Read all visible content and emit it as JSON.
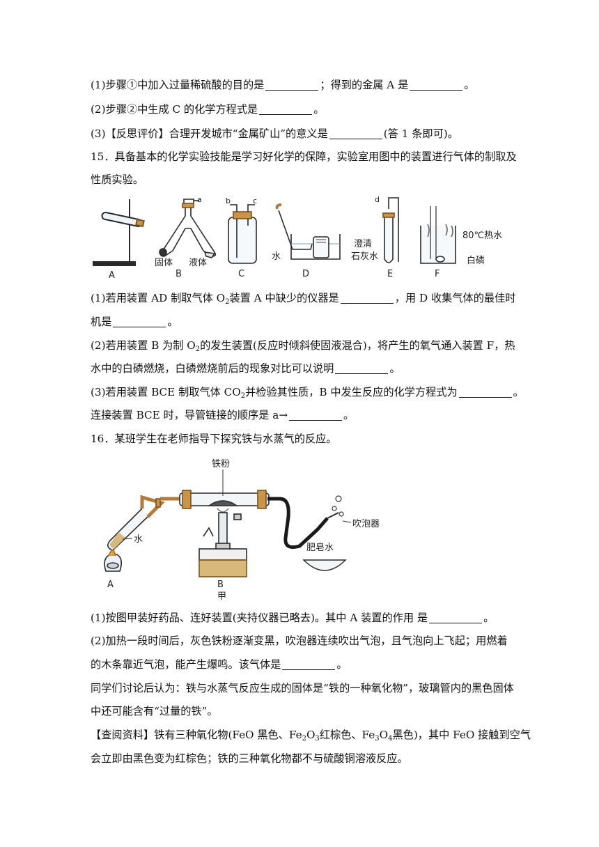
{
  "q14": {
    "p1a": "(1)步骤①中加入过量稀硫酸的目的是",
    "p1b": "；得到的金属 A 是",
    "p1c": "。",
    "p2a": "(2)步骤②中生成 C 的化学方程式是",
    "p2b": "。",
    "p3a": "(3)【反思评价】合理开发城市“金属矿山”的意义是",
    "p3b": "(答 1 条即可)。"
  },
  "q15": {
    "intro1": "15．具备基本的化学实验技能是学习好化学的保障，实验室用图中的装置进行气体的制取及",
    "intro2": "性质实验。",
    "fig": {
      "A": "A",
      "B": "B",
      "C": "C",
      "D": "D",
      "E": "E",
      "F": "F",
      "a": "a",
      "b": "b",
      "c": "c",
      "d": "d",
      "solid": "固体",
      "liquid": "液体",
      "water": "水",
      "limewater1": "澄清",
      "limewater2": "石灰水",
      "hotwater": "80℃热水",
      "phosphorus": "白磷"
    },
    "s1a": "(1)若用装置 AD 制取气体 O",
    "s1b": "装置 A 中缺少的仪器是",
    "s1c": "，用 D 收集气体的最佳时",
    "s1d": "机是",
    "s1e": "。",
    "s2a": "(2)若用装置 B 为制 O",
    "s2b": "的发生装置(反应时倾斜使固液混合)，将产生的氧气通入装置 F，热",
    "s2c": "水中的白磷燃烧，白磷燃烧前后的现象对比可以说明",
    "s2d": "。",
    "s3a": "(3)若用装置 BCE 制取气体 CO",
    "s3b": "并检验其性质，B 中发生反应的化学方程式为",
    "s3c": "。",
    "s3d": "连接装置 BCE 时，导管链接的顺序是 a→",
    "s3e": "。"
  },
  "q16": {
    "intro": "16．某班学生在老师指导下探究铁与水蒸气的反应。",
    "fig": {
      "iron_powder": "铁粉",
      "water": "水",
      "bubbler": "吹泡器",
      "soapwater": "肥皂水",
      "A": "A",
      "B": "B",
      "caption": "甲"
    },
    "s1a": "(1)按图甲装好药品、连好装置(夹持仪器已略去)。其中 A 装置的作用  是",
    "s1b": "。",
    "s2a": "(2)加热一段时间后，灰色铁粉逐渐变黑，吹泡器连续吹出气泡，且气泡向上飞起；用燃着",
    "s2b": "的木条靠近气泡，能产生爆鸣。该气体是",
    "s2c": "。",
    "d1": "同学们讨论后认为：铁与水蒸气反应生成的固体是“铁的一种氧化物”，玻璃管内的黑色固体",
    "d2": "中还可能含有“过量的铁”。",
    "r1a": "【查阅资料】铁有三种氧化物(FeO 黑色、Fe",
    "r1b": "O",
    "r1c": "红棕色、Fe",
    "r1d": "O",
    "r1e": "黑色)，其中 FeO 接触到空气",
    "r2": "会立即由黑色变为红棕色；铁的三种氧化物都不与硫酸铜溶液反应。",
    "sub2": "2",
    "sub3": "3",
    "sub4": "4"
  }
}
